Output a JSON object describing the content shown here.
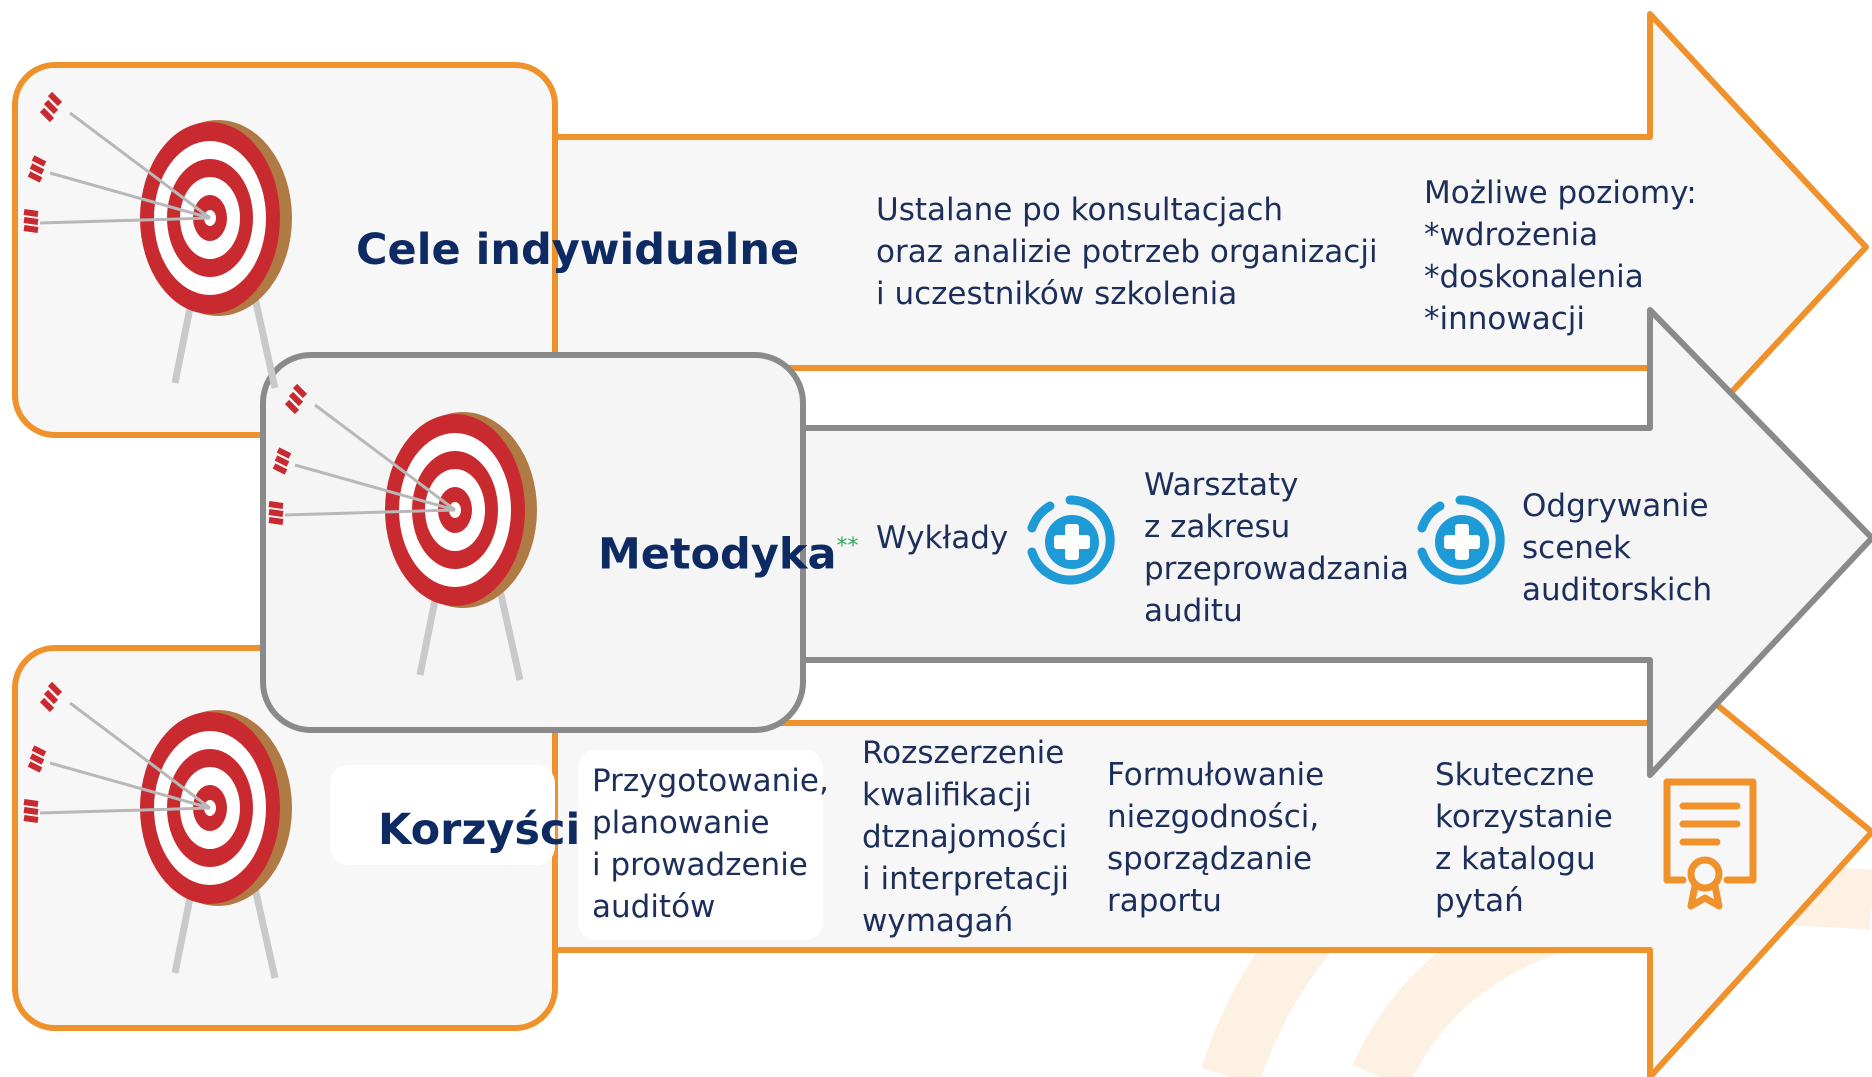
{
  "rows": {
    "cele": {
      "title": "Cele indywidualne",
      "description": [
        "Ustalane po konsultacjach",
        "oraz analizie potrzeb organizacji",
        "i uczestników szkolenia"
      ],
      "levels": [
        "Możliwe poziomy:",
        "*wdrożenia",
        "*doskonalenia",
        "*innowacji"
      ]
    },
    "metodyka": {
      "title": "Metodyka",
      "marker": "**",
      "items": [
        [
          "Wykłady"
        ],
        [
          "Warsztaty",
          "z zakresu",
          "przeprowadzania",
          "auditu"
        ],
        [
          "Odgrywanie",
          "scenek",
          "auditorskich"
        ]
      ]
    },
    "korzysci": {
      "title": "Korzyści",
      "items": [
        [
          "Przygotowanie,",
          "planowanie",
          "i prowadzenie",
          "auditów"
        ],
        [
          "Rozszerzenie",
          "kwalifikacji",
          "dtznajomości",
          "i interpretacji",
          "wymagań"
        ],
        [
          "Formułowanie",
          "niezgodności,",
          "sporządzanie",
          "raportu"
        ],
        [
          "Skuteczne",
          "korzystanie",
          "z katalogu",
          "pytań"
        ]
      ]
    }
  },
  "icons": {
    "target": "target-with-arrows-icon",
    "plus": "plus-circle-icon",
    "certificate": "certificate-icon"
  },
  "colors": {
    "orange": "#f0922b",
    "gray": "#8a8a8a",
    "navy": "#0d2a62",
    "blue": "#1e9ad6",
    "red": "#c82a2f",
    "green": "#2eaa5a"
  }
}
